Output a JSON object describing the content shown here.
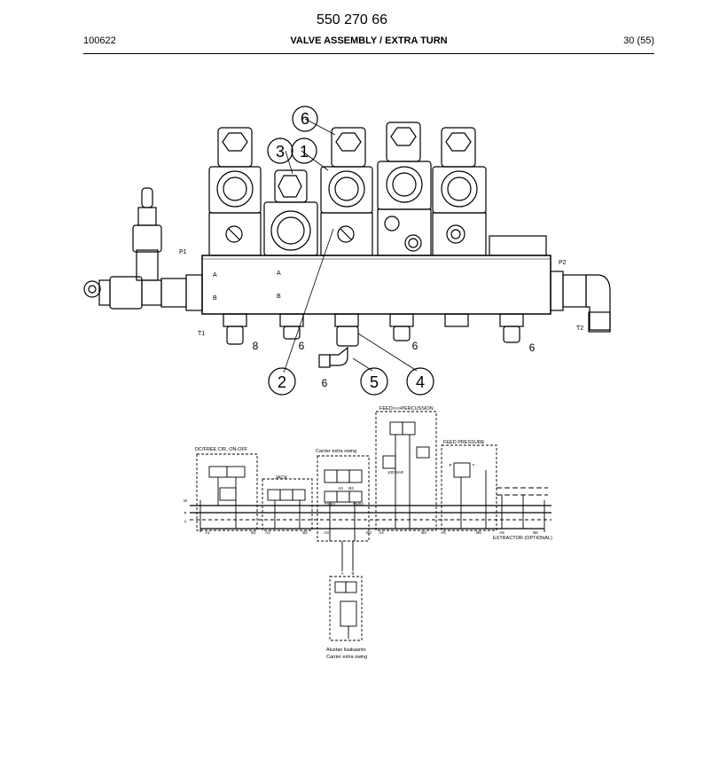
{
  "header": {
    "doc_number": "550 270 66",
    "date_code": "100622",
    "title": "VALVE ASSEMBLY / EXTRA TURN",
    "page": "30 (55)"
  },
  "assembly": {
    "callouts": [
      "6",
      "3",
      "1",
      "2",
      "5",
      "4"
    ],
    "port_labels": {
      "p1": "P1",
      "t1": "T1",
      "p2": "P2",
      "t2": "T2",
      "a1": "A",
      "a2": "A",
      "b1": "B",
      "b2": "B"
    },
    "fitting_numbers": [
      "8",
      "6",
      "6",
      "6",
      "6"
    ]
  },
  "schematic": {
    "feed_percussion": "FEED>>>PERCUSSION",
    "feed_pressure": "FEED PRESSURE",
    "dc_free_cir": "DC/FREE CIR. ON-OFF",
    "jack": "JACK",
    "carrier_extra_swing": "Carrier extra swing",
    "extractor": "EXTRACTOR (OPTIONAL)",
    "bottom_label_1": "Alustan lisakaanto",
    "bottom_label_2": "Carrier extra swing",
    "port_row": [
      "A1",
      "B1",
      "A2",
      "B2",
      "A3",
      "B3",
      "A4",
      "B4",
      "A5",
      "B5",
      "A6",
      "B6"
    ],
    "side_ports": [
      "M",
      "P",
      "T"
    ],
    "small_labels": [
      "100 BAR",
      "T2/B3",
      "T3/B3",
      "A3",
      "B3",
      "P",
      "T",
      "A",
      "B"
    ]
  }
}
